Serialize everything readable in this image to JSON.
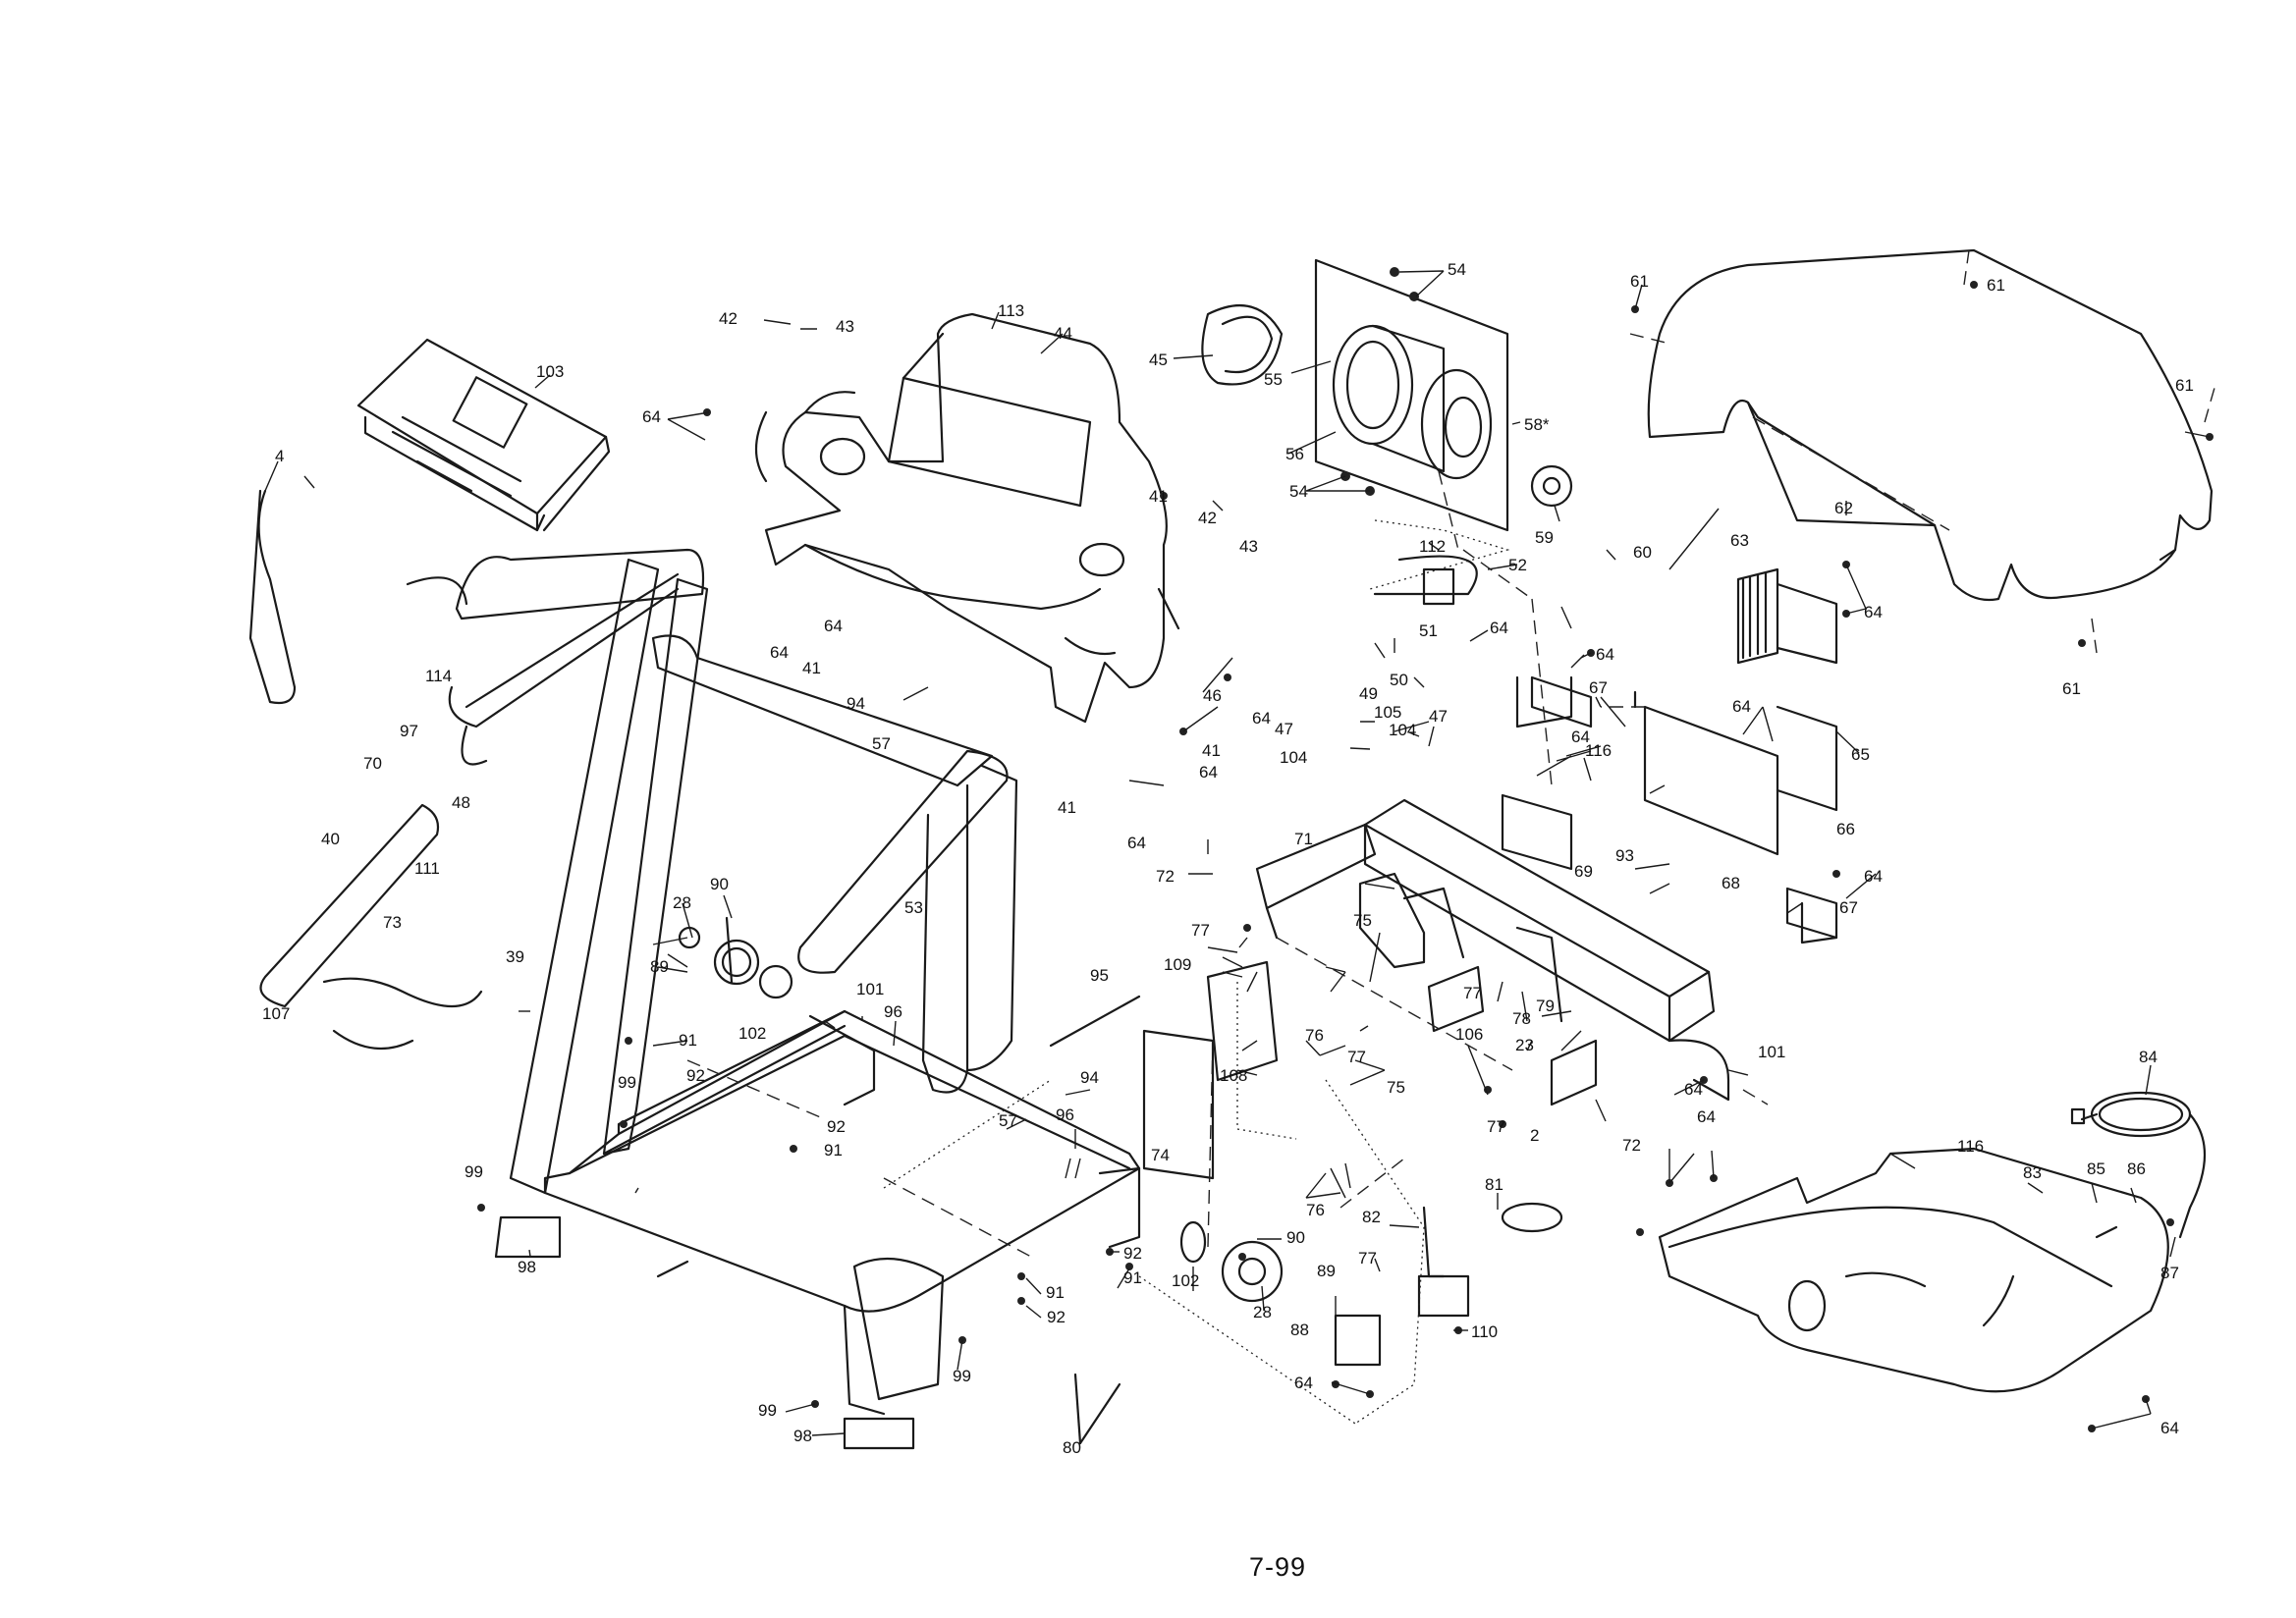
{
  "page": {
    "number": "7-99"
  },
  "callouts": {
    "c1": "54",
    "c2": "61",
    "c3": "61",
    "c4": "113",
    "c5": "44",
    "c6": "42",
    "c7": "43",
    "c8": "103",
    "c9": "45",
    "c10": "55",
    "c11": "56",
    "c12": "58*",
    "c13": "64",
    "c14": "61",
    "c15": "4",
    "c16": "54",
    "c17": "41",
    "c18": "42",
    "c19": "43",
    "c20": "59",
    "c21": "62",
    "c22": "112",
    "c23": "52",
    "c24": "60",
    "c25": "63",
    "c26": "64",
    "c27": "64",
    "c28": "64",
    "c29": "41",
    "c30": "64",
    "c31": "51",
    "c32": "114",
    "c33": "50",
    "c34": "49",
    "c35": "61",
    "c36": "64",
    "c37": "46",
    "c38": "94",
    "c39": "64",
    "c40": "67",
    "c41": "105",
    "c42": "47",
    "c43": "47",
    "c44": "104",
    "c45": "104",
    "c46": "97",
    "c47": "57",
    "c48": "41",
    "c49": "64",
    "c50": "64",
    "c51": "65",
    "c52": "116",
    "c53": "70",
    "c54": "48",
    "c55": "41",
    "c56": "64",
    "c57": "64",
    "c58": "40",
    "c59": "71",
    "c60": "111",
    "c61": "66",
    "c62": "93",
    "c63": "72",
    "c64": "69",
    "c65": "53",
    "c66": "68",
    "c67": "64",
    "c68": "73",
    "c69": "28",
    "c70": "90",
    "c71": "67",
    "c72": "77",
    "c73": "75",
    "c74": "39",
    "c75": "89",
    "c76": "109",
    "c77": "95",
    "c78": "107",
    "c79": "101",
    "c80": "102",
    "c81": "96",
    "c82": "77",
    "c83": "78",
    "c84": "79",
    "c85": "91",
    "c86": "76",
    "c87": "77",
    "c88": "92",
    "c89": "108",
    "c90": "23",
    "c91": "106",
    "c92": "99",
    "c93": "101",
    "c94": "84",
    "c95": "64",
    "c96": "94",
    "c97": "75",
    "c98": "57",
    "c99": "96",
    "c100": "92",
    "c101": "74",
    "c102": "2",
    "c103": "72",
    "c104": "77",
    "c105": "64",
    "c106": "91",
    "c107": "116",
    "c108": "83",
    "c109": "85",
    "c110": "86",
    "c111": "76",
    "c112": "99",
    "c113": "81",
    "c114": "82",
    "c115": "90",
    "c116": "92",
    "c117": "98",
    "c118": "91",
    "c119": "102",
    "c120": "77",
    "c121": "87",
    "c122": "89",
    "c123": "91",
    "c124": "28",
    "c125": "92",
    "c126": "88",
    "c127": "110",
    "c128": "64",
    "c129": "99",
    "c130": "99",
    "c131": "64",
    "c132": "98",
    "c133": "80"
  }
}
